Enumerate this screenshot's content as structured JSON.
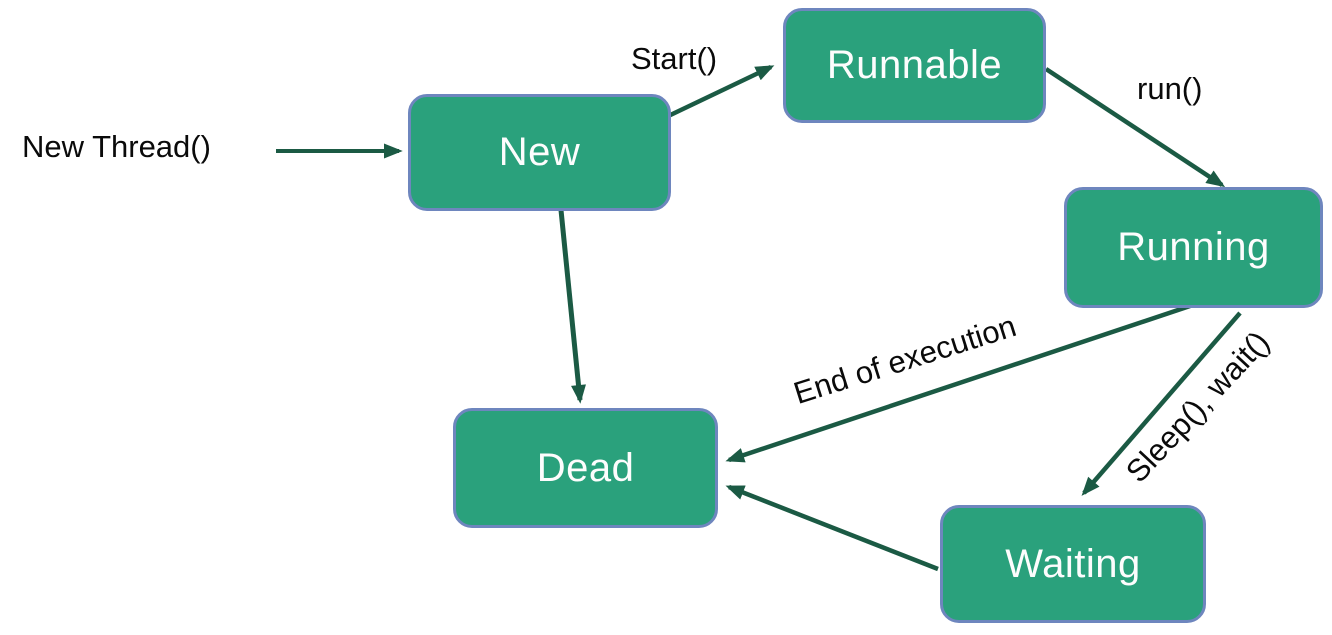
{
  "diagram": {
    "type": "state-diagram",
    "colors": {
      "state_fill": "#2aa17c",
      "state_border": "#6e86be",
      "state_text": "#fdfdfd",
      "arrow": "#1b5a44",
      "label_text": "#0a0a0a",
      "background": "#ffffff"
    },
    "states": [
      {
        "label": "New"
      },
      {
        "label": "Runnable"
      },
      {
        "label": "Running"
      },
      {
        "label": "Dead"
      },
      {
        "label": "Waiting"
      }
    ],
    "transitions": [
      {
        "label": "New Thread()",
        "from": "(start)",
        "to": "New"
      },
      {
        "label": "Start()",
        "from": "New",
        "to": "Runnable"
      },
      {
        "label": "run()",
        "from": "Runnable",
        "to": "Running"
      },
      {
        "label": "End of execution",
        "from": "Running",
        "to": "Dead"
      },
      {
        "label": "Sleep(), wait()",
        "from": "Running",
        "to": "Waiting"
      },
      {
        "label": "",
        "from": "Waiting",
        "to": "Dead"
      },
      {
        "label": "",
        "from": "New",
        "to": "Dead"
      }
    ]
  }
}
